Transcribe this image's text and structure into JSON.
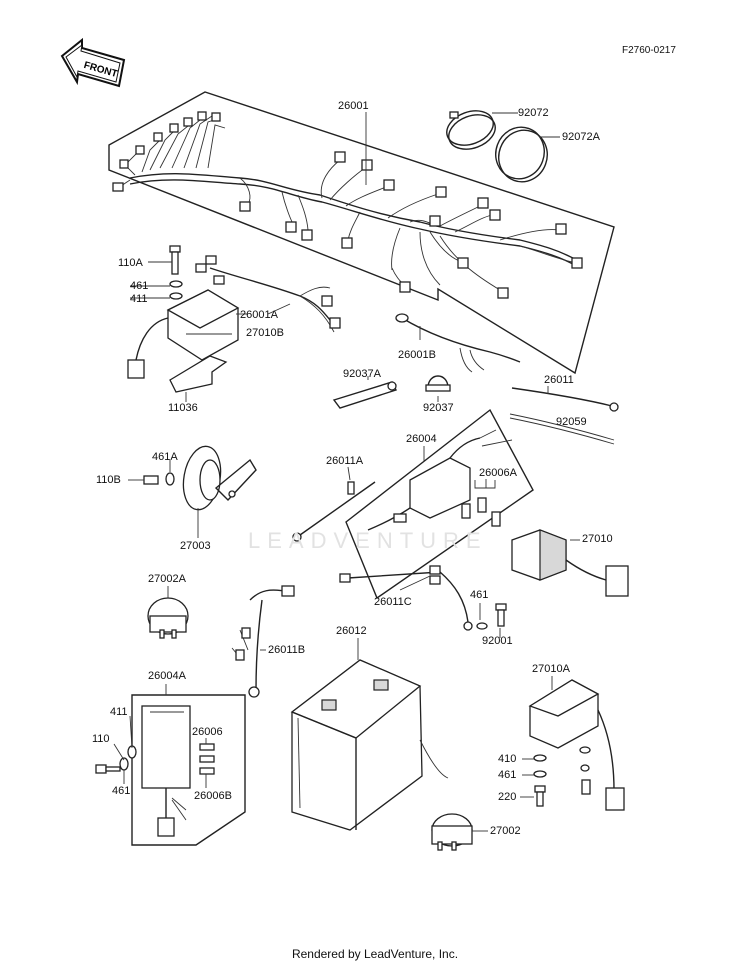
{
  "figure_number": "F2760-0217",
  "front_label": "FRONT",
  "watermark": "LEADVENTURE",
  "footer": "Rendered by LeadVenture, Inc.",
  "part_labels": {
    "p26001": "26001",
    "p92072": "92072",
    "p92072A": "92072A",
    "p110A": "110A",
    "p461_top": "461",
    "p411_top": "411",
    "p26001A": "26001A",
    "p27010B": "27010B",
    "p11036": "11036",
    "p26001B": "26001B",
    "p92037A": "92037A",
    "p92037": "92037",
    "p26011": "26011",
    "p92059": "92059",
    "p461A": "461A",
    "p110B": "110B",
    "p27003": "27003",
    "p26011A": "26011A",
    "p26004": "26004",
    "p26006A": "26006A",
    "p27010": "27010",
    "p27002A": "27002A",
    "p26011C": "26011C",
    "p461_mid": "461",
    "p92001": "92001",
    "p26011B": "26011B",
    "p26012": "26012",
    "p26004A": "26004A",
    "p411_low": "411",
    "p110": "110",
    "p461_low": "461",
    "p26006": "26006",
    "p26006B": "26006B",
    "p27010A": "27010A",
    "p410": "410",
    "p461_right": "461",
    "p220": "220",
    "p27002": "27002"
  }
}
